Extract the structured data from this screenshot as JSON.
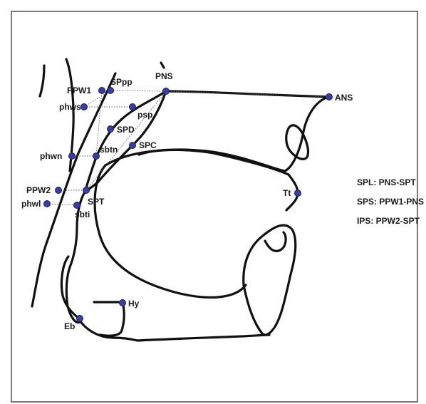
{
  "colors": {
    "landmark_dot": "#3b3e9a",
    "outline": "#111111",
    "text": "#1a1a1a",
    "frame": "#222222"
  },
  "landmarks": {
    "PNS": "PNS",
    "ANS": "ANS",
    "PPW1": "PPW1",
    "SPpp": "SPpp",
    "phws": "phws",
    "psp": "psp",
    "SPD": "SPD",
    "sbtn": "sbtn",
    "SPC": "SPC",
    "phwn": "phwn",
    "PPW2": "PPW2",
    "SPT": "SPT",
    "phwl": "phwl",
    "sbti": "sbti",
    "Tt": "Tt",
    "Hy": "Hy",
    "Eb": "Eb"
  },
  "legend": {
    "spl": "SPL: PNS-SPT",
    "sps": "SPS: PPW1-PNS",
    "ips": "IPS: PPW2-SPT"
  }
}
